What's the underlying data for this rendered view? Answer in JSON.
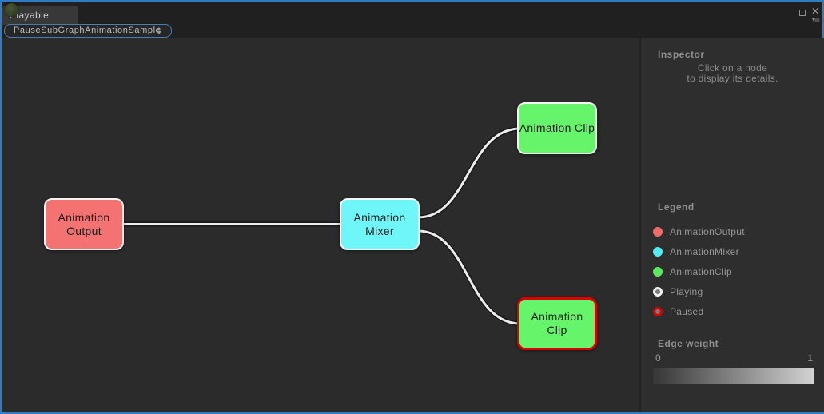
{
  "window": {
    "tab_title": "Playable Graph",
    "controls": {
      "close_icon": "✕",
      "menu_icon": "≡",
      "menu_arrow_icon": "▾"
    }
  },
  "toolbar": {
    "graph_selector_value": "PauseSubGraphAnimationSample"
  },
  "graph": {
    "nodes": [
      {
        "id": "animation-output",
        "label": "Animation Output",
        "type": "AnimationOutput",
        "color": "#f47272",
        "border_color": "#f5f5f5",
        "state": "playing"
      },
      {
        "id": "animation-mixer",
        "label": "Animation Mixer",
        "type": "AnimationMixer",
        "color": "#6ef6f8",
        "border_color": "#f5f5f5",
        "state": "playing"
      },
      {
        "id": "animation-clip-top",
        "label": "Animation Clip",
        "type": "AnimationClip",
        "color": "#66f56a",
        "border_color": "#f5f5f5",
        "state": "playing"
      },
      {
        "id": "animation-clip-bottom",
        "label": "Animation Clip",
        "type": "AnimationClip",
        "color": "#66f56a",
        "border_color": "#dd0000",
        "state": "paused"
      }
    ],
    "edges": [
      {
        "from": "animation-output",
        "to": "animation-mixer",
        "weight": 1
      },
      {
        "from": "animation-mixer",
        "to": "animation-clip-top",
        "weight": 1
      },
      {
        "from": "animation-mixer",
        "to": "animation-clip-bottom",
        "weight": 1
      }
    ]
  },
  "inspector": {
    "title": "Inspector",
    "empty_message_line1": "Click on a node",
    "empty_message_line2": "to display its details."
  },
  "legend": {
    "title": "Legend",
    "items": [
      {
        "label": "AnimationOutput",
        "color": "#f26a6a",
        "ring": "#f26a6a"
      },
      {
        "label": "AnimationMixer",
        "color": "#52ebf5",
        "ring": "#52ebf5"
      },
      {
        "label": "AnimationClip",
        "color": "#5ae95f",
        "ring": "#5ae95f"
      },
      {
        "label": "Playing",
        "color": "#7d7d7d",
        "ring": "#f2f2f2"
      },
      {
        "label": "Paused",
        "color": "#7d7d7d",
        "ring": "#dd0000"
      }
    ]
  },
  "edge_weight": {
    "title": "Edge weight",
    "min_label": "0",
    "max_label": "1"
  }
}
